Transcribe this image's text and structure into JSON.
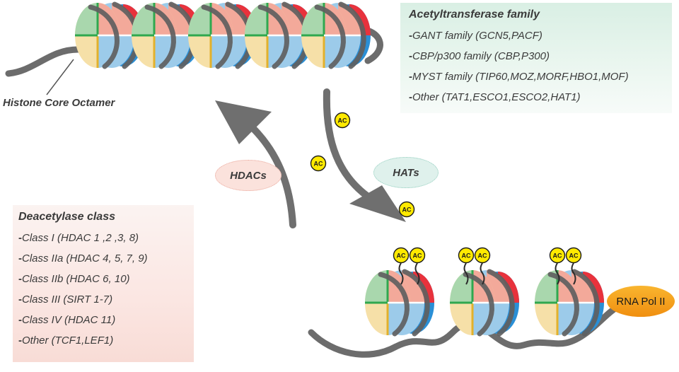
{
  "acetyltransferase": {
    "title": "Acetyltransferase family",
    "items": [
      {
        "dash": "-",
        "text": "GANT family (GCN5,PACF)"
      },
      {
        "dash": "-",
        "text": "CBP/p300 family (CBP,P300)"
      },
      {
        "dash": "-",
        "text": "MYST family (TIP60,MOZ,MORF,HBO1,MOF)"
      },
      {
        "dash": "-",
        "text": "Other (TAT1,ESCO1,ESCO2,HAT1)"
      }
    ]
  },
  "deacetylase": {
    "title": "Deacetylase class",
    "items": [
      {
        "dash": "-",
        "text": "Class I (HDAC 1 ,2 ,3, 8)"
      },
      {
        "dash": "-",
        "text": "Class IIa (HDAC 4, 5, 7, 9)"
      },
      {
        "dash": "-",
        "text": "Class IIb (HDAC 6, 10)"
      },
      {
        "dash": "-",
        "text": "Class III (SIRT 1-7)"
      },
      {
        "dash": "-",
        "text": "Class IV (HDAC 11)"
      },
      {
        "dash": "-",
        "text": "Other (TCF1,LEF1)"
      }
    ]
  },
  "labels": {
    "histone": "Histone Core Octamer",
    "hdacs": "HDACs",
    "hats": "HATs",
    "rna_pol": "RNA Pol II",
    "ac": "AC"
  },
  "colors": {
    "red": "#e8323c",
    "salmon": "#f3a99a",
    "blue": "#2a8fd6",
    "lightblue": "#9ccbea",
    "green": "#a9d7ad",
    "yellow": "#f6e0a8",
    "dna": "#6c6c6c",
    "arrow": "#6f6f6f",
    "ac_fill": "#ffea00"
  }
}
